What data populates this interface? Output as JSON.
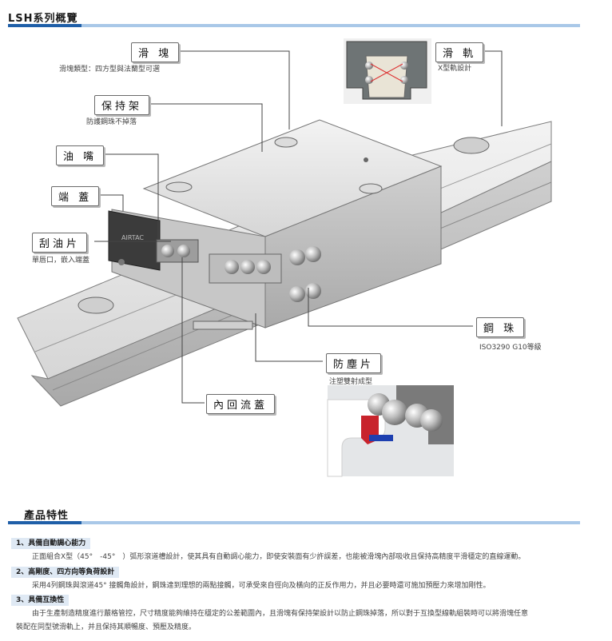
{
  "header": {
    "title": "LSH系列概覽"
  },
  "diagram": {
    "callouts": {
      "slider": {
        "label": "滑 塊",
        "caption": "滑塊類型：四方型與法蘭型可選"
      },
      "retainer": {
        "label": "保持架",
        "caption": "防護鋼珠不掉落"
      },
      "grease_nipple": {
        "label": "油 嘴"
      },
      "end_cap": {
        "label": "端 蓋"
      },
      "scraper": {
        "label": "刮油片",
        "caption": "單唇口，嵌入端蓋"
      },
      "rail": {
        "label": "滑 軌",
        "caption": "X型軌設計"
      },
      "steel_ball": {
        "label": "鋼 珠",
        "caption": "ISO3290 G10等級"
      },
      "dust_seal": {
        "label": "防塵片",
        "caption": "注塑雙射成型"
      },
      "return_cap": {
        "label": "內回流蓋"
      }
    },
    "brand_mark": "AIRTAC"
  },
  "features": {
    "title": "產品特性",
    "items": [
      {
        "heading": "1、具備自動調心能力",
        "body": "正面組合X型（45°　-45°　）弧形滾道槽設計，使其具有自動調心能力，即使安裝面有少許誤差，也能被滑塊內部吸收且保持高精度平滑穩定的直線運動。"
      },
      {
        "heading": "2、高剛度、四方向等負荷設計",
        "body": "采用4列鋼珠與滾道45°  接觸角設計，鋼珠達到理想的兩點接觸，可承受來自徑向及橫向的正反作用力，并且必要時還可施加預壓力來增加剛性。"
      },
      {
        "heading": "3、具備互換性",
        "body_line1": "由于生產制造精度進行嚴格管控，尺寸精度能夠維持在穩定的公差範圍內，且滑塊有保持架設計以防止鋼珠掉落，所以對于互換型線軌組裝時可以將滑塊任意",
        "body_line2": "裝配在同型號滑軌上，并且保持其順暢度、預壓及精度。"
      }
    ]
  },
  "colors": {
    "accent_blue": "#1f5fa8",
    "light_blue": "#a9c8e8",
    "feature_bg": "#dfe9f4",
    "seal_red": "#c8232c",
    "seal_blue": "#1d3fb0"
  }
}
